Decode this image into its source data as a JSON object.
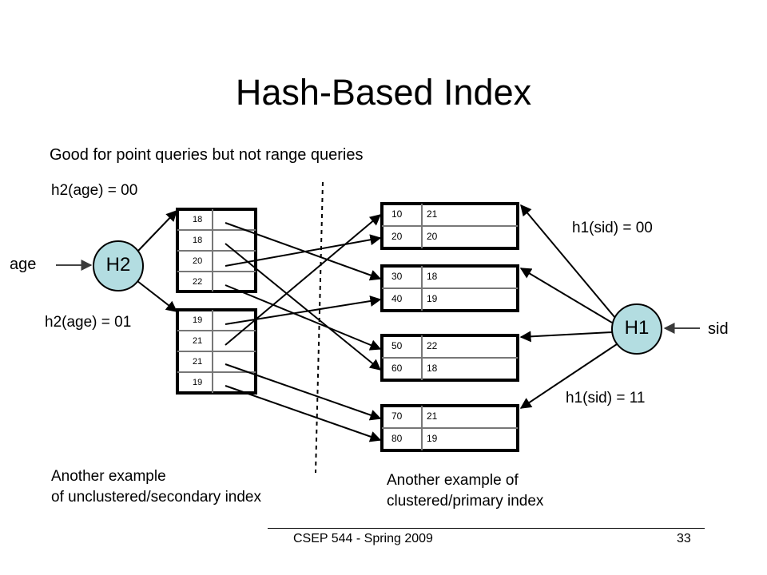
{
  "slide": {
    "title": "Hash-Based Index",
    "subtitle": "Good for point queries but not range queries"
  },
  "labels": {
    "age": "age",
    "sid": "sid",
    "h2_bucket_00": "h2(age) = 00",
    "h2_bucket_01": "h2(age) = 01",
    "h1_bucket_00": "h1(sid) = 00",
    "h1_bucket_11": "h1(sid) = 11"
  },
  "nodes": {
    "h2": "H2",
    "h1": "H1",
    "fill_color": "#b3dde1",
    "stroke_color": "#000000"
  },
  "captions": {
    "left_line1": "Another example",
    "left_line2": "of unclustered/secondary index",
    "right_line1": "Another example of",
    "right_line2": "clustered/primary index"
  },
  "index_tables": [
    {
      "name": "h2-bucket-00",
      "rows": [
        [
          "18"
        ],
        [
          "18"
        ],
        [
          "20"
        ],
        [
          "22"
        ]
      ]
    },
    {
      "name": "h2-bucket-01",
      "rows": [
        [
          "19"
        ],
        [
          "21"
        ],
        [
          "21"
        ],
        [
          "19"
        ]
      ]
    }
  ],
  "data_tables": [
    {
      "name": "h1-bucket-00",
      "rows": [
        [
          "10",
          "21"
        ],
        [
          "20",
          "20"
        ]
      ]
    },
    {
      "name": "h1-bucket-01",
      "rows": [
        [
          "30",
          "18"
        ],
        [
          "40",
          "19"
        ]
      ]
    },
    {
      "name": "h1-bucket-10",
      "rows": [
        [
          "50",
          "22"
        ],
        [
          "60",
          "18"
        ]
      ]
    },
    {
      "name": "h1-bucket-11",
      "rows": [
        [
          "70",
          "21"
        ],
        [
          "80",
          "19"
        ]
      ]
    }
  ],
  "footer": {
    "course": "CSEP 544 - Spring 2009",
    "page": "33"
  }
}
